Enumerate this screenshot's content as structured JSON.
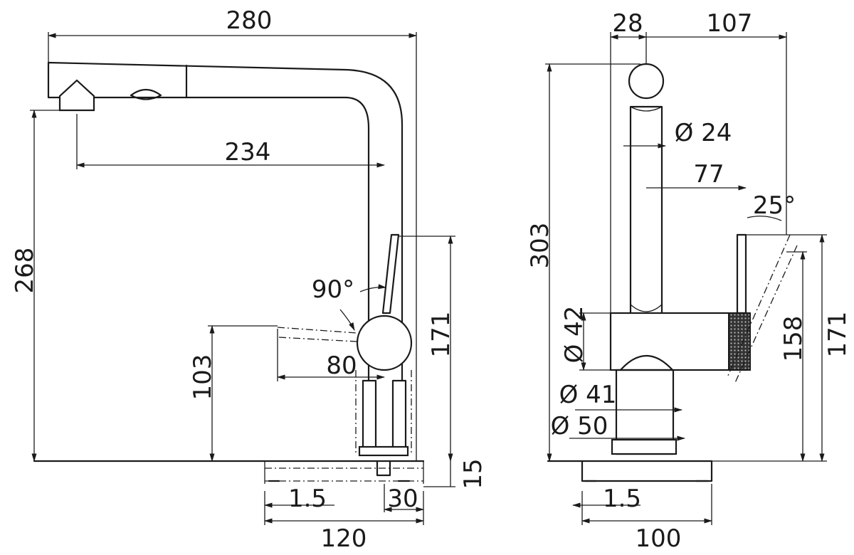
{
  "side_view": {
    "width_total": "280",
    "spout_reach": "234",
    "total_height": "268",
    "lever_angle": "90°",
    "lever_swing": "80",
    "lever_height": "103",
    "body_height": "171",
    "base_thickness": "15",
    "gap": "1.5",
    "shank_offset": "30",
    "base_width": "120"
  },
  "front_view": {
    "spout_diameter_w": "28",
    "offset_right": "107",
    "spout_diameter": "Ø 24",
    "lever_depth": "77",
    "lever_tilt": "25°",
    "total_height": "303",
    "body_diameter": "Ø 42",
    "neck_diameter": "Ø 41",
    "base_diameter": "Ø 50",
    "lever_height": "158",
    "body_height": "171",
    "gap": "1.5",
    "base_width": "100"
  }
}
